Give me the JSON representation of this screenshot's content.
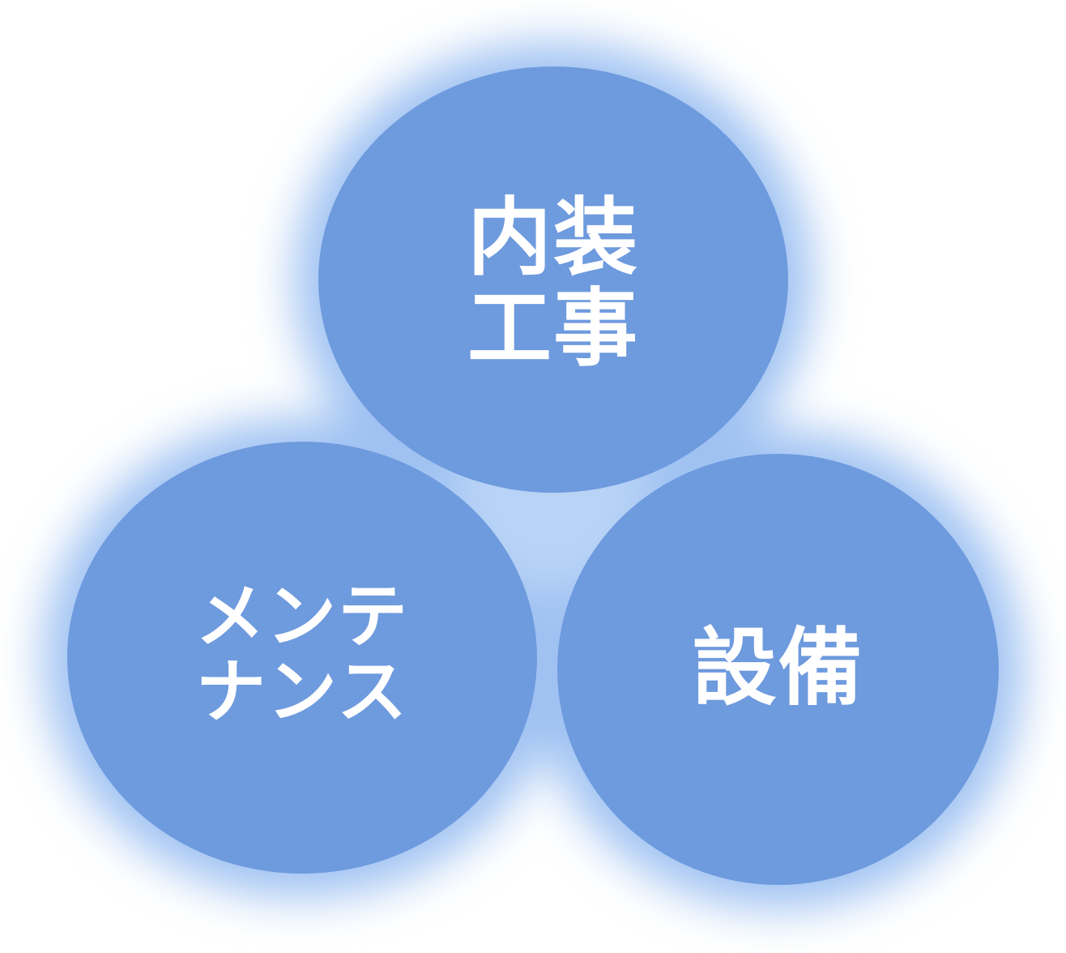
{
  "diagram": {
    "type": "three-circle-cluster",
    "circle_color": "#6e9ade",
    "glow_color": "#9fc2f2",
    "text_color": "#ffffff",
    "background": "#ffffff",
    "circles": [
      {
        "id": "top",
        "lines": [
          "内装",
          "工事"
        ]
      },
      {
        "id": "left",
        "lines": [
          "メンテ",
          "ナンス"
        ]
      },
      {
        "id": "right",
        "lines": [
          "設備"
        ]
      }
    ]
  }
}
